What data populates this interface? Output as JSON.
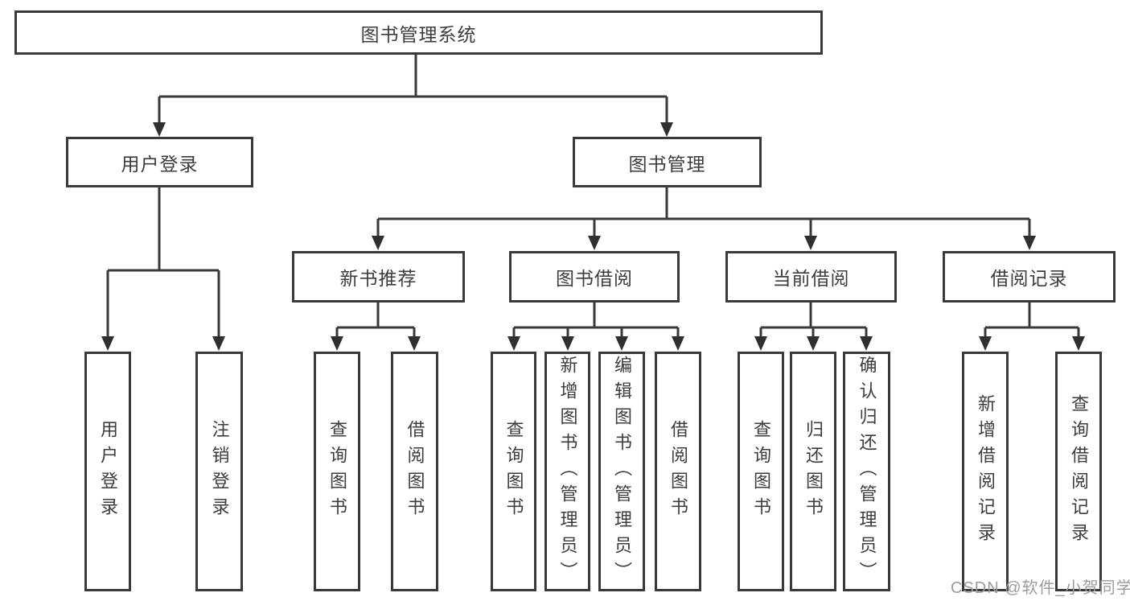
{
  "diagram": {
    "type": "tree",
    "colors": {
      "line": "#3a3a3a",
      "box_border": "#3a3a3a",
      "box_fill": "#ffffff",
      "text": "#3d3d3d",
      "watermark": "#9c9c9c",
      "background": "#ffffff"
    },
    "root": {
      "label": "图书管理系统"
    },
    "level1": {
      "user_login": {
        "label": "用户登录"
      },
      "book_management": {
        "label": "图书管理"
      }
    },
    "level2": {
      "new_book_recommendation": {
        "label": "新书推荐",
        "parent": "图书管理"
      },
      "book_borrowing": {
        "label": "图书借阅",
        "parent": "图书管理"
      },
      "current_borrowing": {
        "label": "当前借阅",
        "parent": "图书管理"
      },
      "borrowing_records": {
        "label": "借阅记录",
        "parent": "图书管理"
      }
    },
    "leaves": {
      "user_login_leaf": {
        "label": "用户登录",
        "parent": "用户登录"
      },
      "logout_leaf": {
        "label": "注销登录",
        "parent": "用户登录"
      },
      "query_books_recommend": {
        "label": "查询图书",
        "parent": "新书推荐"
      },
      "borrow_books_recommend": {
        "label": "借阅图书",
        "parent": "新书推荐"
      },
      "query_books_borrowing": {
        "label": "查询图书",
        "parent": "图书借阅"
      },
      "add_books_admin": {
        "label": "新增图书（管理员）",
        "parent": "图书借阅"
      },
      "edit_books_admin": {
        "label": "编辑图书（管理员）",
        "parent": "图书借阅"
      },
      "borrow_books_borrowing": {
        "label": "借阅图书",
        "parent": "图书借阅"
      },
      "query_books_current": {
        "label": "查询图书",
        "parent": "当前借阅"
      },
      "return_books": {
        "label": "归还图书",
        "parent": "当前借阅"
      },
      "confirm_return_admin": {
        "label": "确认归还（管理员）",
        "parent": "当前借阅"
      },
      "add_borrowing_record": {
        "label": "新增借阅记录",
        "parent": "借阅记录"
      },
      "query_borrowing_record": {
        "label": "查询借阅记录",
        "parent": "借阅记录"
      }
    },
    "watermark": {
      "text": "CSDN @软件_小贺同学"
    }
  }
}
